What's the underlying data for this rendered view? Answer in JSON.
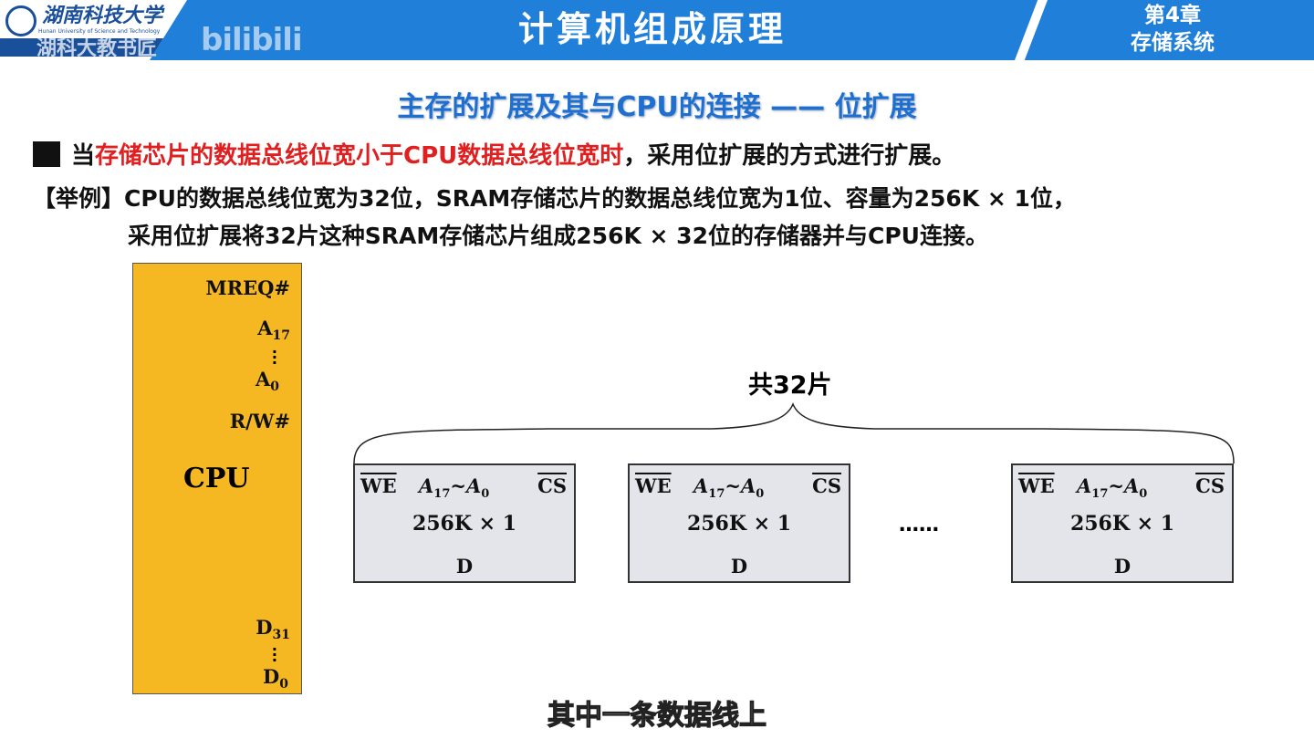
{
  "header": {
    "logo_text": "湖南科技大学",
    "logo_sub": "Hunan University of Science and Technology",
    "watermark": "湖科大教书匠",
    "bili": "bilibili",
    "title": "计算机组成原理",
    "chapter": "第4章",
    "chapter_name": "存储系统"
  },
  "subtitle": "主存的扩展及其与CPU的连接 —— 位扩展",
  "bullet": {
    "pre": "当",
    "highlight": "存储芯片的数据总线位宽小于CPU数据总线位宽时",
    "post": "，采用位扩展的方式进行扩展。"
  },
  "example": {
    "line1": "【举例】CPU的数据总线位宽为32位，SRAM存储芯片的数据总线位宽为1位、容量为256K × 1位，",
    "line2": "采用位扩展将32片这种SRAM存储芯片组成256K × 32位的存储器并与CPU连接。"
  },
  "cpu": {
    "label": "CPU",
    "mreq": "MREQ#",
    "a_hi": "A",
    "a_hi_sub": "17",
    "a_lo": "A",
    "a_lo_sub": "0",
    "rw": "R/W#",
    "d_hi": "D",
    "d_hi_sub": "31",
    "d_lo": "D",
    "d_lo_sub": "0"
  },
  "brace_label": "共32片",
  "chips": [
    {
      "we": "WE",
      "addr": "A",
      "addr_hi": "17",
      "tilde": "~A",
      "addr_lo": "0",
      "cs": "CS",
      "cap": "256K × 1",
      "d": "D"
    },
    {
      "we": "WE",
      "addr": "A",
      "addr_hi": "17",
      "tilde": "~A",
      "addr_lo": "0",
      "cs": "CS",
      "cap": "256K × 1",
      "d": "D"
    },
    {
      "we": "WE",
      "addr": "A",
      "addr_hi": "17",
      "tilde": "~A",
      "addr_lo": "0",
      "cs": "CS",
      "cap": "256K × 1",
      "d": "D"
    }
  ],
  "ellipsis": "……",
  "caption": "其中一条数据线上"
}
